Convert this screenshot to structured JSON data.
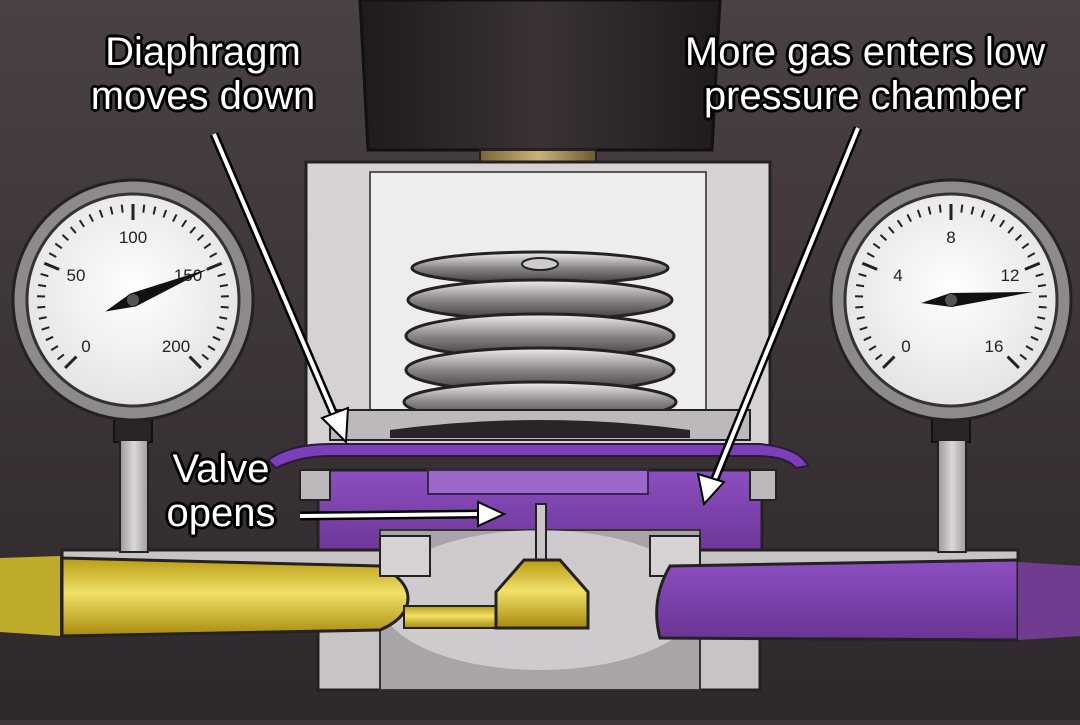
{
  "labels": {
    "diaphragm_line1": "Diaphragm",
    "diaphragm_line2": "moves down",
    "gas_line1": "More gas enters low",
    "gas_line2": "pressure chamber",
    "valve_line1": "Valve",
    "valve_line2": "opens"
  },
  "left_gauge": {
    "ticks": [
      "0",
      "50",
      "100",
      "150",
      "200"
    ],
    "needle_value": 150
  },
  "right_gauge": {
    "ticks": [
      "0",
      "4",
      "8",
      "12",
      "16"
    ],
    "needle_value": 13
  },
  "colors": {
    "high_pressure_gas": "#d8c22a",
    "low_pressure_gas": "#7a3fa0",
    "diaphragm": "#7d3fb8",
    "body_metal": "#c8c4c6",
    "background": "#3d3538"
  }
}
